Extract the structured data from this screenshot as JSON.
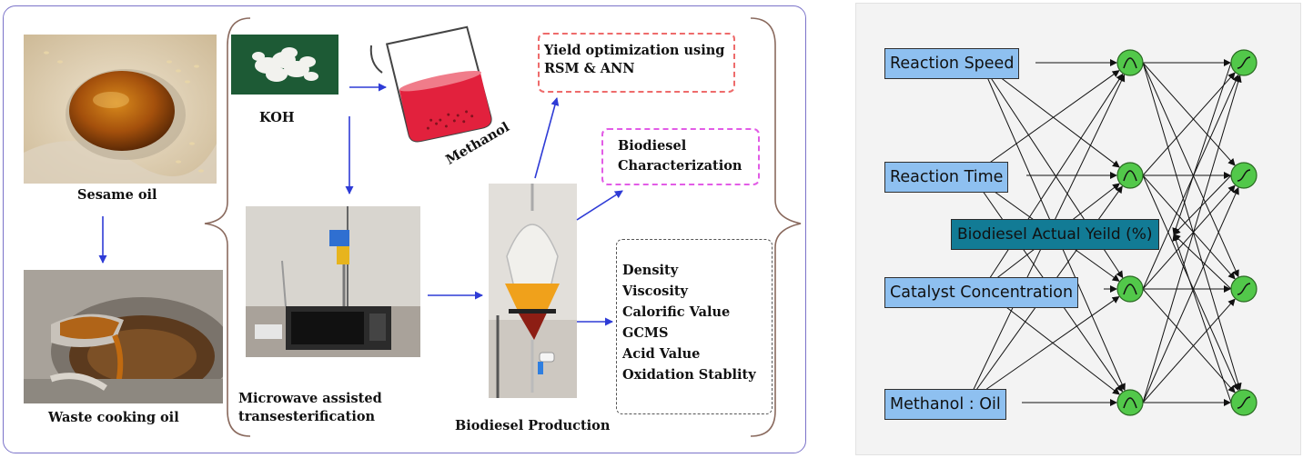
{
  "process": {
    "sesame_label": "Sesame oil",
    "waste_label": "Waste cooking oil",
    "koh_label": "KOH",
    "methanol_label": "Methanol",
    "microwave_label_1": "Microwave assisted",
    "microwave_label_2": "transesterification",
    "production_label": "Biodiesel Production",
    "yield_line_1": "Yield optimization using",
    "yield_line_2": "RSM & ANN",
    "char_line_1": "Biodiesel",
    "char_line_2": "Characterization",
    "properties": [
      "Density",
      "Viscosity",
      "Calorific Value",
      "GCMS",
      "Acid Value",
      "Oxidation Stablity"
    ]
  },
  "network": {
    "inputs": [
      "Reaction Speed",
      "Reaction Time",
      "Catalyst Concentration",
      "Methanol : Oil"
    ],
    "output": "Biodiesel Actual Yeild (%)",
    "hidden_neurons": 4,
    "output_neurons": 4,
    "neuron_color": "#52c84a"
  },
  "colors": {
    "panel_border": "#7b73c9",
    "arrow": "#2e3bd6",
    "yield_box": "#ee6b6b",
    "char_box": "#e25ce6",
    "props_box": "#555555",
    "input_box": "#8ec0f0",
    "output_box": "#127b95"
  }
}
